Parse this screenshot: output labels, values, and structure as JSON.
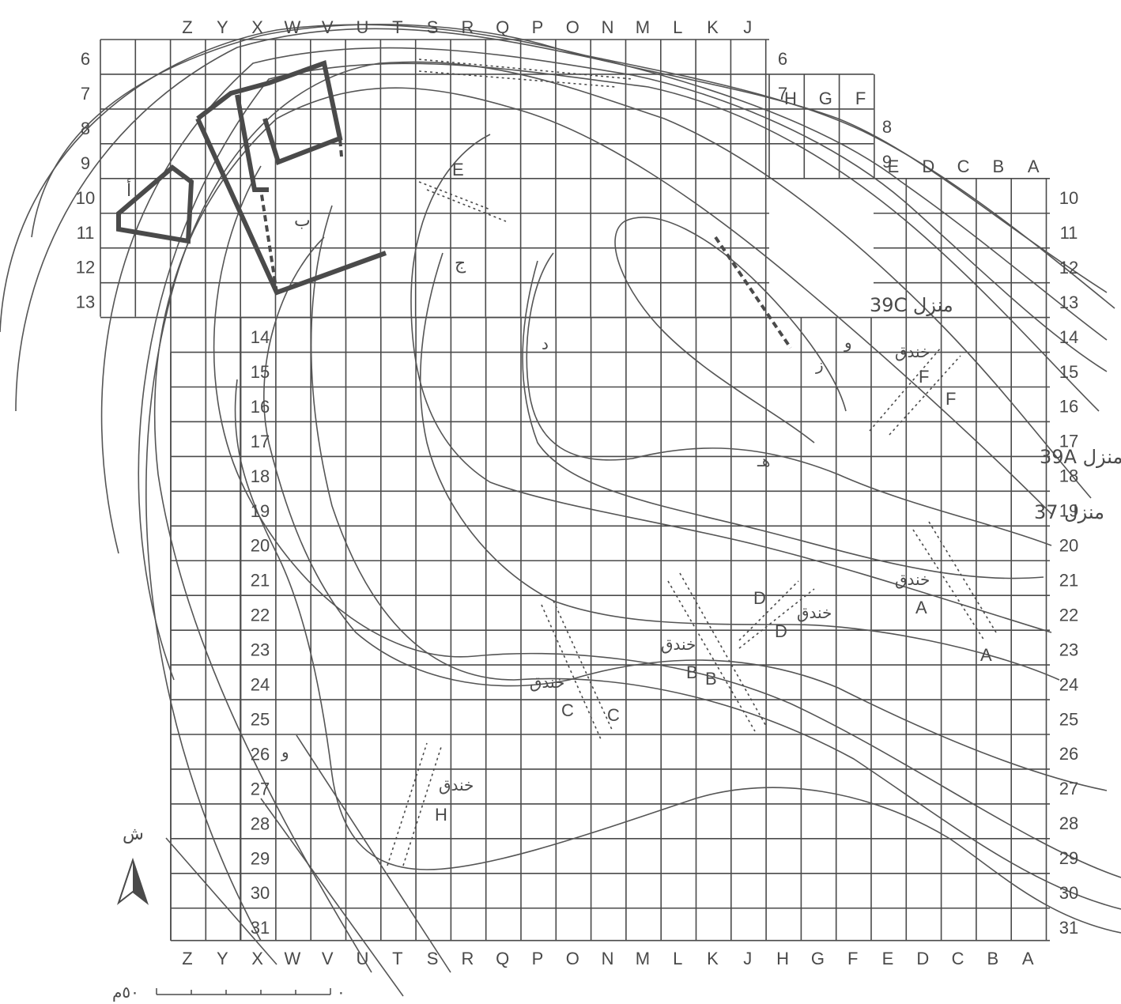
{
  "colors": {
    "ink": "#4a4a4a",
    "background": "#ffffff"
  },
  "grid": {
    "top_column_labels": [
      "Z",
      "Y",
      "X",
      "W",
      "V",
      "U",
      "T",
      "S",
      "R",
      "Q",
      "P",
      "O",
      "N",
      "M",
      "L",
      "K",
      "J"
    ],
    "upper_right_column_labels_a": [
      "H",
      "G",
      "F"
    ],
    "upper_right_column_labels_b": [
      "E",
      "D",
      "C",
      "B",
      "A"
    ],
    "bottom_column_labels": [
      "Z",
      "Y",
      "X",
      "W",
      "V",
      "U",
      "T",
      "S",
      "R",
      "Q",
      "P",
      "O",
      "N",
      "M",
      "L",
      "K",
      "J",
      "H",
      "G",
      "F",
      "E",
      "D",
      "C",
      "B",
      "A"
    ],
    "left_row_labels": [
      "6",
      "7",
      "8",
      "9",
      "10",
      "11",
      "12",
      "13"
    ],
    "inner_left_row_labels": [
      "14",
      "15",
      "16",
      "17",
      "18",
      "19",
      "20",
      "21",
      "22",
      "23",
      "24",
      "25",
      "26",
      "27",
      "28",
      "29",
      "30",
      "31"
    ],
    "right_row_labels_top": [
      "6",
      "7"
    ],
    "right_row_labels_mid": [
      "8",
      "9"
    ],
    "right_row_labels": [
      "10",
      "11",
      "12",
      "13",
      "14",
      "15",
      "16",
      "17",
      "18",
      "19",
      "20",
      "21",
      "22",
      "23",
      "24",
      "25",
      "26",
      "27",
      "28",
      "29",
      "30",
      "31"
    ]
  },
  "areas": {
    "alef": "أ",
    "beh": "ب",
    "jeem": "ج",
    "dal": "د",
    "heh": "هـ",
    "waw": "و",
    "zain": "ز",
    "e_room": "E",
    "waw_row26": "و"
  },
  "houses": {
    "house_39c": "منزل 39C",
    "house_39a": "منزل 39A",
    "house_37": "منزل 37"
  },
  "trenches": {
    "word": "خندق",
    "A": "A",
    "B": "B",
    "C": "C",
    "D": "D",
    "F": "F",
    "H": "H"
  },
  "north_arrow": {
    "label": "ش"
  },
  "scale_bar": {
    "start_label": "٠",
    "end_label": "٥٠م"
  }
}
